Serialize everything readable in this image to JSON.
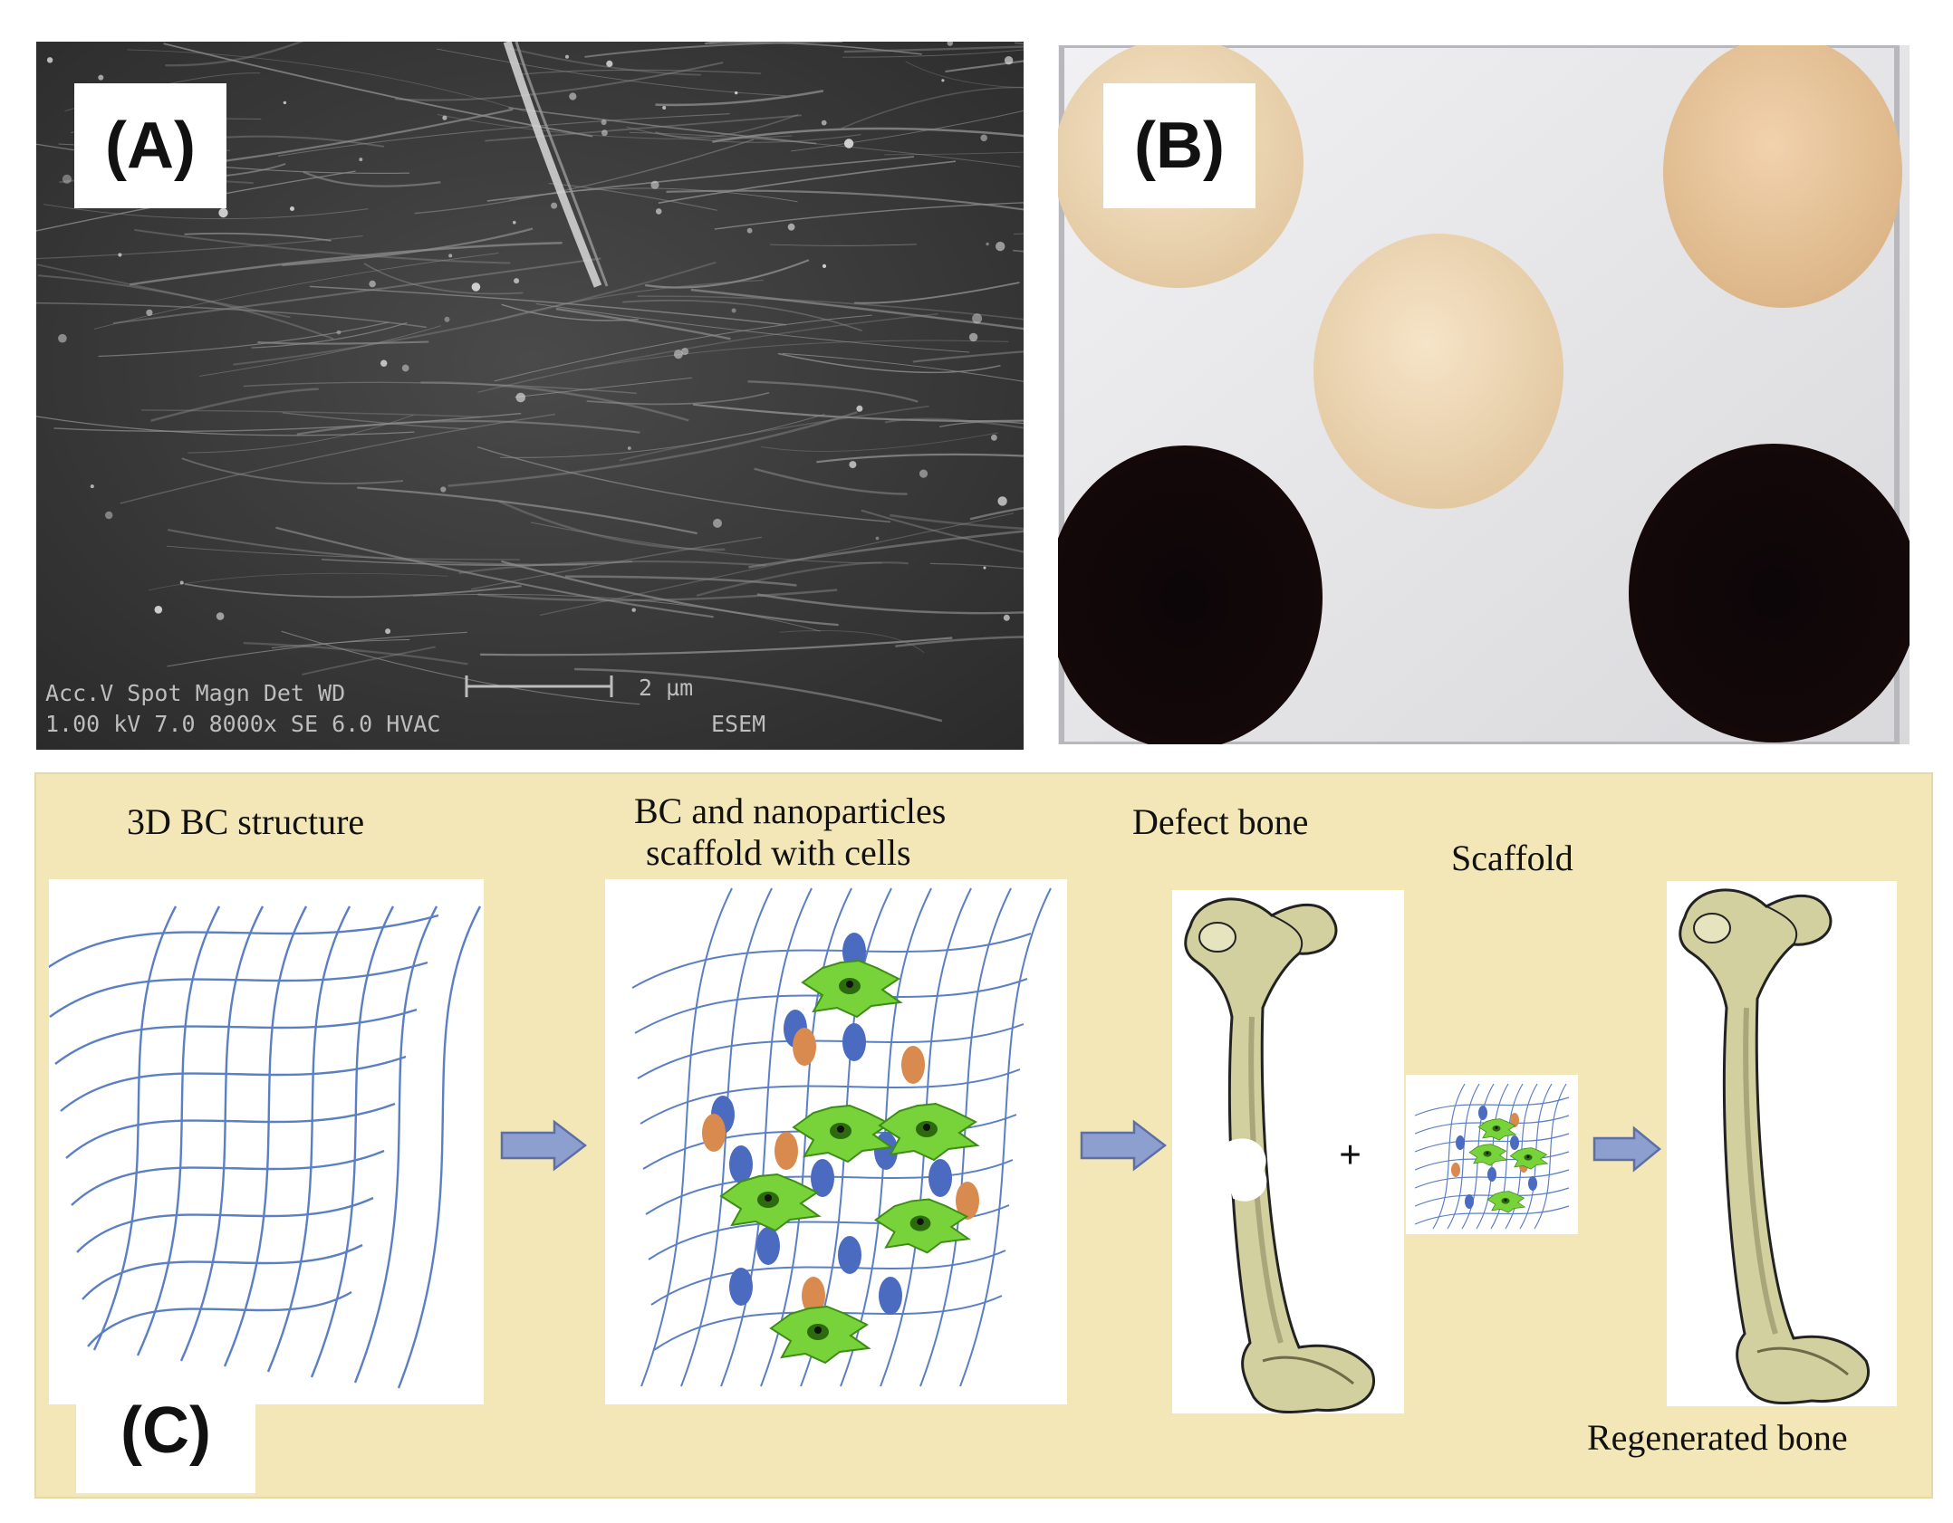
{
  "panels": {
    "a": {
      "tag": "(A)",
      "sem_info": {
        "header_row": "Acc.V   Spot Magn     Det   WD",
        "value_row": "1.00 kV 7.0   8000x    SE   6.0   HVAC",
        "scale_bar": "2 µm",
        "mode": "ESEM"
      }
    },
    "b": {
      "tag": "(B)"
    },
    "c": {
      "tag": "(C)",
      "labels": {
        "bc_structure": "3D BC structure",
        "scaffold_cells_line1": "BC and nanoparticles",
        "scaffold_cells_line2": "scaffold with cells",
        "defect_bone": "Defect bone",
        "scaffold": "Scaffold",
        "regenerated_bone": "Regenerated bone",
        "plus": "+"
      }
    }
  },
  "colors": {
    "panel_c_background": "#f3e7b7",
    "fiber_blue": "#5b7fc4",
    "cell_green": "#78d23a",
    "nanoparticle_blue": "#4a6bc0",
    "nanoparticle_orange": "#d98a4e",
    "arrow_fill": "#8c9fce",
    "bone": "#d3d0a0"
  }
}
